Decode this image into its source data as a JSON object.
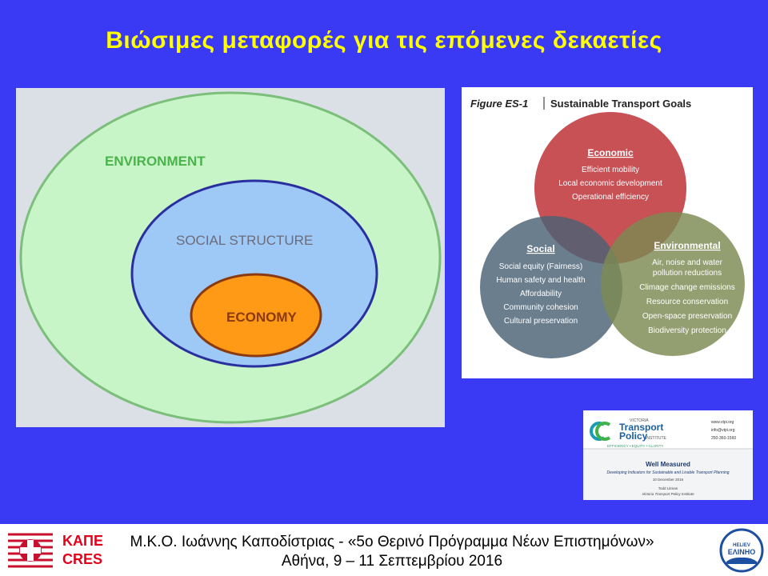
{
  "slide": {
    "title": "Βιώσιμες μεταφορές για τις επόμενες δεκαετίες",
    "background_color": "#3a3af5",
    "title_color": "#ffff00"
  },
  "nested_diagram": {
    "outer_label": "ENVIRONMENT",
    "middle_label": "SOCIAL STRUCTURE",
    "inner_label": "ECONOMY",
    "colors": {
      "outer": "#c8f5c8",
      "middle": "#9ec9f7",
      "inner": "#ff9a16"
    }
  },
  "venn": {
    "figure_label": "Figure ES-1",
    "figure_title": "Sustainable Transport Goals",
    "economic": {
      "heading": "Economic",
      "items": [
        "Efficient mobility",
        "Local economic development",
        "Operational efficiency"
      ]
    },
    "social": {
      "heading": "Social",
      "items": [
        "Social equity (Fairness)",
        "Human safety and health",
        "Affordability",
        "Community cohesion",
        "Cultural preservation"
      ]
    },
    "environmental": {
      "heading": "Environmental",
      "items": [
        "Air, noise and water",
        "pollution reductions",
        "Climage change emissions",
        "Resource conservation",
        "Open-space preservation",
        "Biodiversity protection"
      ]
    },
    "colors": {
      "economic": "#c0393f",
      "social": "#4b6275",
      "environmental": "#7c8a52"
    }
  },
  "report": {
    "org_line1": "VICTORIA",
    "org_line2": "Transport",
    "org_line3": "Policy",
    "org_line4": "INSTITUTE",
    "tagline": "EFFICIENCY • EQUITY • CLARITY",
    "web": "www.vtpi.org",
    "email": "info@vtpi.org",
    "phone": "250-360-1560",
    "title": "Well Measured",
    "subtitle": "Developing Indicators for Sustainable and Livable Transport Planning",
    "date": "10 December 2016",
    "author": "Todd Litman",
    "author_org": "Victoria Transport Policy Institute"
  },
  "footer": {
    "line1": "Μ.Κ.Ο. Ιωάννης Καποδίστριας - «5ο Θερινό Πρόγραμμα Νέων Επιστημόνων»",
    "line2": "Αθήνα, 9 – 11 Σεπτεμβρίου 2016",
    "logo_left_top": "ΚΑΠΕ",
    "logo_left_bottom": "CRES",
    "logo_right_top": "HELIEV",
    "logo_right_bottom": "ΕΛΙΝΗΟ"
  }
}
